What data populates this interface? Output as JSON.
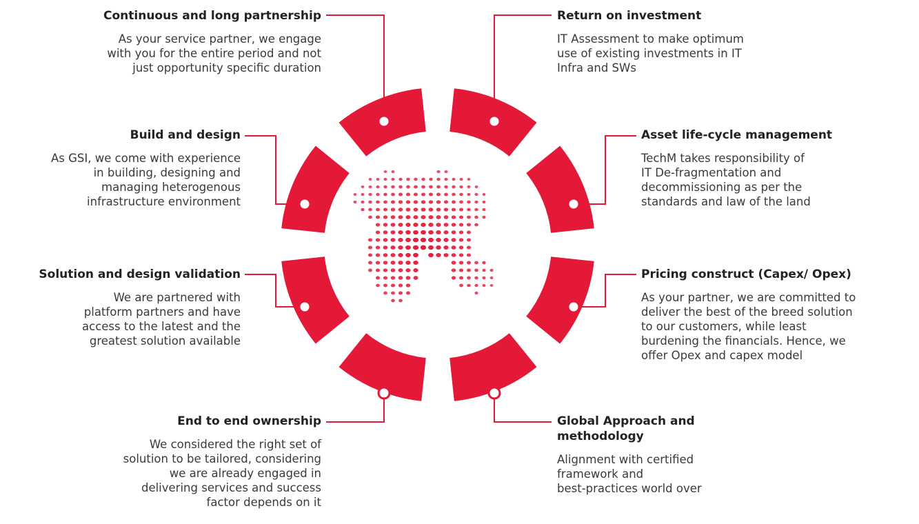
{
  "accent_color": "#e31937",
  "center_graphic": "globe-dot-matrix-icon",
  "left_items": [
    {
      "title": "Continuous and long partnership",
      "lines": [
        "As your service partner, we engage",
        "with  you for the entire period and not",
        "just opportunity specific duration"
      ]
    },
    {
      "title": "Build and design",
      "lines": [
        "As GSI, we come with experience",
        "in  building, designing and",
        "managing  heterogenous",
        "infrastructure environment"
      ]
    },
    {
      "title": "Solution and design validation",
      "lines": [
        "We are partnered with",
        "platform partners and have",
        "access to the latest and the",
        "greatest solution available"
      ]
    },
    {
      "title": "End to end ownership",
      "lines": [
        "We considered the right set of",
        "solution  to be tailored, considering",
        "we are  already engaged in",
        "delivering services  and success",
        "factor depends on it"
      ]
    }
  ],
  "right_items": [
    {
      "title": "Return on investment",
      "lines": [
        "IT Assessment to make optimum",
        "use of  existing investments in IT",
        "Infra and SWs"
      ]
    },
    {
      "title": "Asset life-cycle management",
      "lines": [
        "TechM takes responsibility of",
        "IT De-fragmentation and",
        "decommissioning as  per the",
        "standards and law of the land"
      ]
    },
    {
      "title": "Pricing construct (Capex/ Opex)",
      "lines": [
        "As your partner, we are committed to",
        "deliver the best of the breed solution",
        "to  our customers, while least",
        "burdening the financials. Hence, we",
        "offer Opex and  capex model"
      ]
    },
    {
      "title": "Global Approach and methodology",
      "title_lines": [
        "Global Approach and",
        "methodology"
      ],
      "lines": [
        "Alignment with certified",
        "framework and",
        "best-practices world over"
      ]
    }
  ]
}
